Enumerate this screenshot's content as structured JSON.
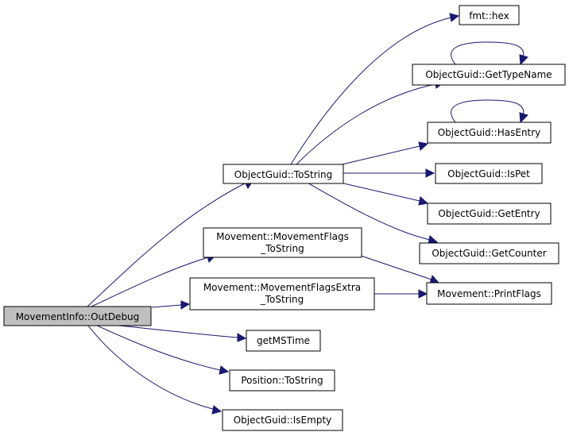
{
  "colors": {
    "node_fill": "#ffffff",
    "root_fill": "#bfbfbf",
    "node_border": "#000000",
    "edge": "#191970"
  },
  "nodes": {
    "root": {
      "lines": [
        "MovementInfo::OutDebug"
      ]
    },
    "guid_tostring": {
      "lines": [
        "ObjectGuid::ToString"
      ]
    },
    "flags_tostring": {
      "lines": [
        "Movement::MovementFlags",
        "_ToString"
      ]
    },
    "flagsextra_tostring": {
      "lines": [
        "Movement::MovementFlagsExtra",
        "_ToString"
      ]
    },
    "getmstime": {
      "lines": [
        "getMSTime"
      ]
    },
    "position_tostring": {
      "lines": [
        "Position::ToString"
      ]
    },
    "guid_isempty": {
      "lines": [
        "ObjectGuid::IsEmpty"
      ]
    },
    "fmt_hex": {
      "lines": [
        "fmt::hex"
      ]
    },
    "guid_gettypename": {
      "lines": [
        "ObjectGuid::GetTypeName"
      ]
    },
    "guid_hasentry": {
      "lines": [
        "ObjectGuid::HasEntry"
      ]
    },
    "guid_ispet": {
      "lines": [
        "ObjectGuid::IsPet"
      ]
    },
    "guid_getentry": {
      "lines": [
        "ObjectGuid::GetEntry"
      ]
    },
    "guid_getcounter": {
      "lines": [
        "ObjectGuid::GetCounter"
      ]
    },
    "printflags": {
      "lines": [
        "Movement::PrintFlags"
      ]
    }
  }
}
